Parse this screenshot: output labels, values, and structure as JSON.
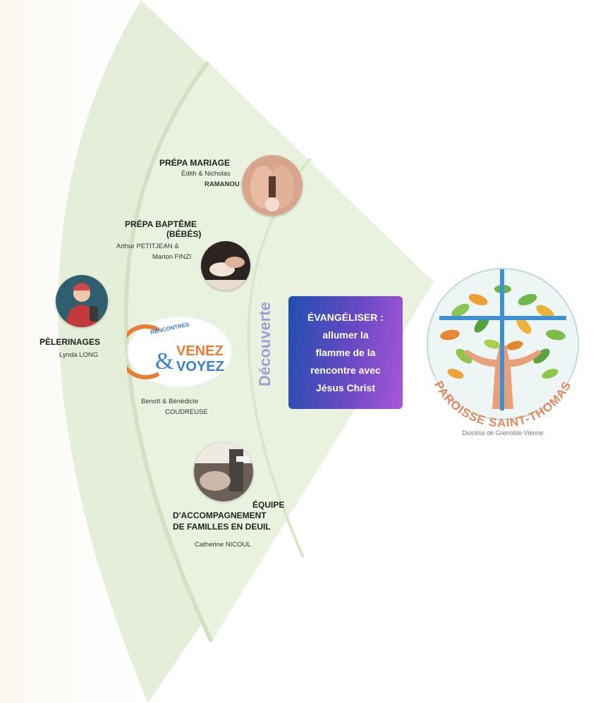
{
  "center": {
    "line1": "ÉVANGÉLISER :",
    "line2": "allumer la",
    "line3": "flamme de la",
    "line4": "rencontre avec",
    "line5": "Jésus Christ"
  },
  "arc_label": "Découverte",
  "items": {
    "mariage": {
      "title": "PRÉPA MARIAGE",
      "person1": "Édith & Nicholas",
      "person2": "RAMANOU"
    },
    "bapteme": {
      "title1": "PRÉPA BAPTÊME",
      "title2": "(BÉBÉS)",
      "person1": "Arthur PETITJEAN &",
      "person2": "Marion FINZI"
    },
    "pelerinages": {
      "title": "PÈLERINAGES",
      "person": "Lynda LONG"
    },
    "venez": {
      "logo_top": "RENCONTRES",
      "logo_amp": "&",
      "logo_word1": "VENEZ",
      "logo_word2": "VOYEZ",
      "person1": "Benoît & Bénédicte",
      "person2": "COUDREUSE"
    },
    "deuil": {
      "title1": "ÉQUIPE",
      "title2": "D'ACCOMPAGNEMENT",
      "title3": "DE FAMILLES EN DEUIL",
      "person": "Catherine NICOUL"
    }
  },
  "logo": {
    "name": "PAROISSE SAINT-THOMAS",
    "diocese": "Diocèse de Grenoble-Vienne"
  },
  "colors": {
    "fan_fill": "#e9f2de",
    "fan_outer": "#dfecd2",
    "arc_line": "#d4e1c4",
    "box_start": "#1f4fb0",
    "box_end": "#a957d8",
    "logo_text": "#e3875f",
    "cross": "#3f8fd6",
    "venez_orange": "#e87d35",
    "venez_blue": "#3a7fd0"
  }
}
